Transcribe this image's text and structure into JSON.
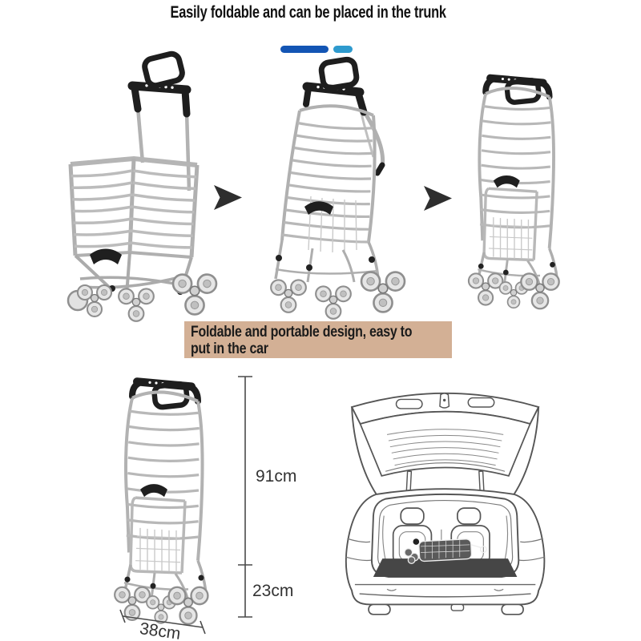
{
  "header": {
    "title": "Easily foldable and can be placed in the trunk",
    "underline": {
      "dark_color": "#1355b4",
      "light_color": "#2e9ace"
    }
  },
  "steps": {
    "items": [
      {
        "name": "cart-unfolded",
        "state": "unfolded shopping cart with stair-climbing tri-wheels"
      },
      {
        "name": "cart-half-folded",
        "state": "cart with basket collapsed flat"
      },
      {
        "name": "cart-fully-folded",
        "state": "cart fully folded, handle down"
      }
    ],
    "arrow_color": "#2e2e2e"
  },
  "banner": {
    "text": "Foldable and portable design, easy to\nput in the car",
    "background": "#d3b095"
  },
  "measurements": {
    "height_upper": "91cm",
    "height_lower": "23cm",
    "width": "38cm"
  },
  "icons": {
    "step_arrow": "arrow-right-icon",
    "step1": "cart-unfolded-icon",
    "step2": "cart-half-folded-icon",
    "step3": "cart-folded-icon",
    "measured_cart": "cart-folded-icon",
    "trunk": "car-open-trunk-with-folded-cart-icon"
  }
}
